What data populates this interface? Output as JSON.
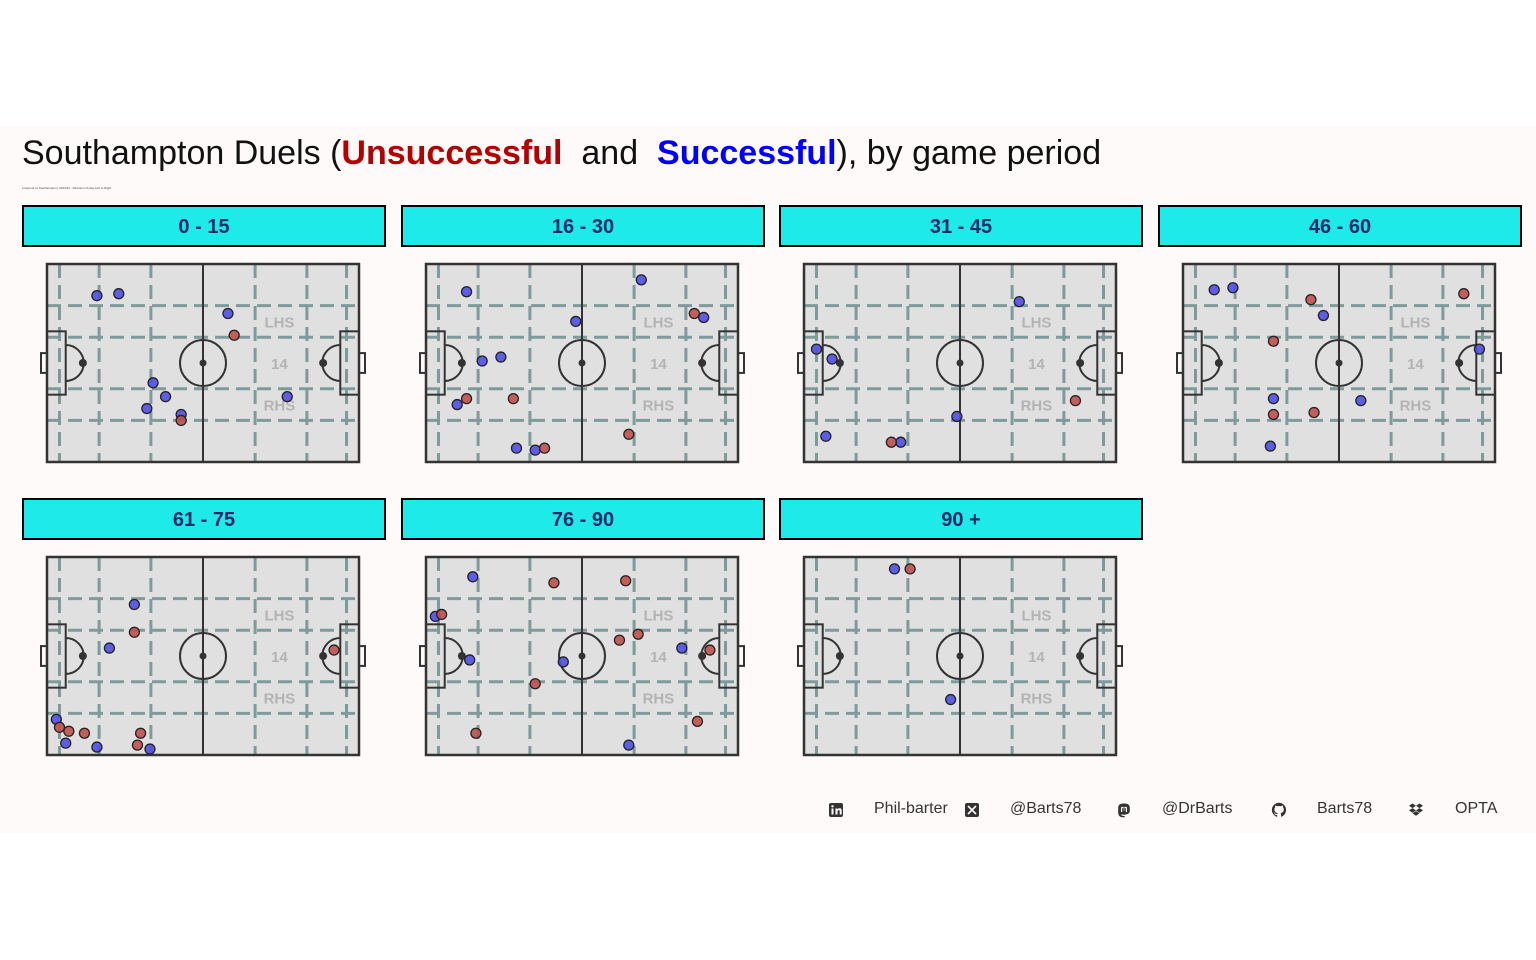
{
  "title": {
    "prefix": "Southampton Duels (",
    "unsuccessful": "Unsuccessful",
    "middle": "  and  ",
    "successful": "Successful",
    "suffix": "), by game period"
  },
  "subtitle": "Liverpool vs Southampton | 2023/24 - Direction of play Left to Right",
  "colors": {
    "unsuccessful": "#c0504d",
    "successful": "#4f4fe6",
    "strip": "#1eeaea",
    "pitch": "#e0e0e0",
    "grid": "#7f9a9a"
  },
  "pitch_labels": {
    "left": "LHS",
    "center": "14",
    "right": "RHS"
  },
  "chart_data": {
    "type": "scatter",
    "x_range": [
      0,
      100
    ],
    "y_range": [
      0,
      100
    ],
    "legend": "title",
    "grid": true,
    "facets": [
      {
        "label": "0 - 15",
        "successful": [
          [
            16,
            84
          ],
          [
            23,
            85
          ],
          [
            58,
            75
          ],
          [
            34,
            40
          ],
          [
            38,
            33
          ],
          [
            32,
            27
          ],
          [
            43,
            24
          ],
          [
            77,
            33
          ]
        ],
        "unsuccessful": [
          [
            60,
            64
          ],
          [
            43,
            21
          ]
        ]
      },
      {
        "label": "16 - 30",
        "successful": [
          [
            13,
            86
          ],
          [
            69,
            92
          ],
          [
            48,
            71
          ],
          [
            89,
            73
          ],
          [
            18,
            51
          ],
          [
            24,
            53
          ],
          [
            10,
            29
          ],
          [
            29,
            7
          ],
          [
            35,
            6
          ]
        ],
        "unsuccessful": [
          [
            86,
            75
          ],
          [
            13,
            32
          ],
          [
            28,
            32
          ],
          [
            65,
            14
          ],
          [
            38,
            7
          ]
        ]
      },
      {
        "label": "31 - 45",
        "successful": [
          [
            69,
            81
          ],
          [
            4,
            57
          ],
          [
            9,
            52
          ],
          [
            49,
            23
          ],
          [
            7,
            13
          ],
          [
            31,
            10
          ]
        ],
        "unsuccessful": [
          [
            87,
            31
          ],
          [
            28,
            10
          ]
        ]
      },
      {
        "label": "46 - 60",
        "successful": [
          [
            10,
            87
          ],
          [
            16,
            88
          ],
          [
            45,
            74
          ],
          [
            95,
            57
          ],
          [
            29,
            32
          ],
          [
            57,
            31
          ],
          [
            28,
            8
          ]
        ],
        "unsuccessful": [
          [
            90,
            85
          ],
          [
            41,
            82
          ],
          [
            29,
            61
          ],
          [
            29,
            24
          ],
          [
            42,
            25
          ]
        ]
      },
      {
        "label": "61 - 75",
        "successful": [
          [
            28,
            76
          ],
          [
            20,
            54
          ],
          [
            3,
            18
          ],
          [
            6,
            6
          ],
          [
            16,
            4
          ],
          [
            33,
            3
          ]
        ],
        "unsuccessful": [
          [
            28,
            62
          ],
          [
            92,
            53
          ],
          [
            4,
            14
          ],
          [
            7,
            12
          ],
          [
            12,
            11
          ],
          [
            30,
            11
          ],
          [
            29,
            5
          ]
        ]
      },
      {
        "label": "76 - 90",
        "successful": [
          [
            15,
            90
          ],
          [
            3,
            70
          ],
          [
            14,
            48
          ],
          [
            44,
            47
          ],
          [
            82,
            54
          ],
          [
            65,
            5
          ]
        ],
        "unsuccessful": [
          [
            5,
            71
          ],
          [
            41,
            87
          ],
          [
            64,
            88
          ],
          [
            62,
            58
          ],
          [
            68,
            61
          ],
          [
            91,
            53
          ],
          [
            35,
            36
          ],
          [
            87,
            17
          ],
          [
            16,
            11
          ]
        ]
      },
      {
        "label": "90 +",
        "successful": [
          [
            29,
            94
          ],
          [
            47,
            28
          ]
        ],
        "unsuccessful": [
          [
            34,
            94
          ]
        ]
      }
    ]
  },
  "footer": [
    {
      "icon": "linkedin-icon",
      "text": "Phil-barter"
    },
    {
      "icon": "x-twitter-icon",
      "text": "@Barts78"
    },
    {
      "icon": "mastodon-icon",
      "text": "@DrBarts"
    },
    {
      "icon": "github-icon",
      "text": "Barts78"
    },
    {
      "icon": "dropbox-icon",
      "text": "OPTA"
    }
  ]
}
